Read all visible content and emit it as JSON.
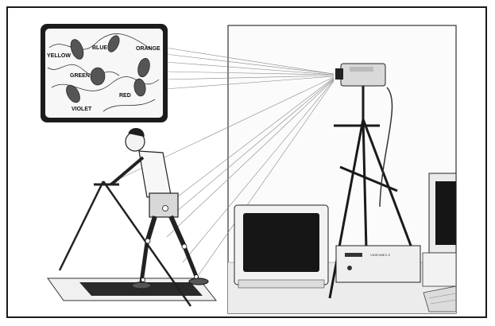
{
  "inset": {
    "labels": {
      "yellow": "YELLOW",
      "blue": "BLUE",
      "orange": "ORANGE",
      "green": "GREEN",
      "red": "RED",
      "violet": "VIOLET"
    }
  },
  "equipment": {
    "unit_label": "VIDEOMEX-X"
  },
  "colors": {
    "frame": "#1a1a1a",
    "line": "#222222",
    "floor": "#e9e9e9",
    "shadow": "#555555"
  }
}
